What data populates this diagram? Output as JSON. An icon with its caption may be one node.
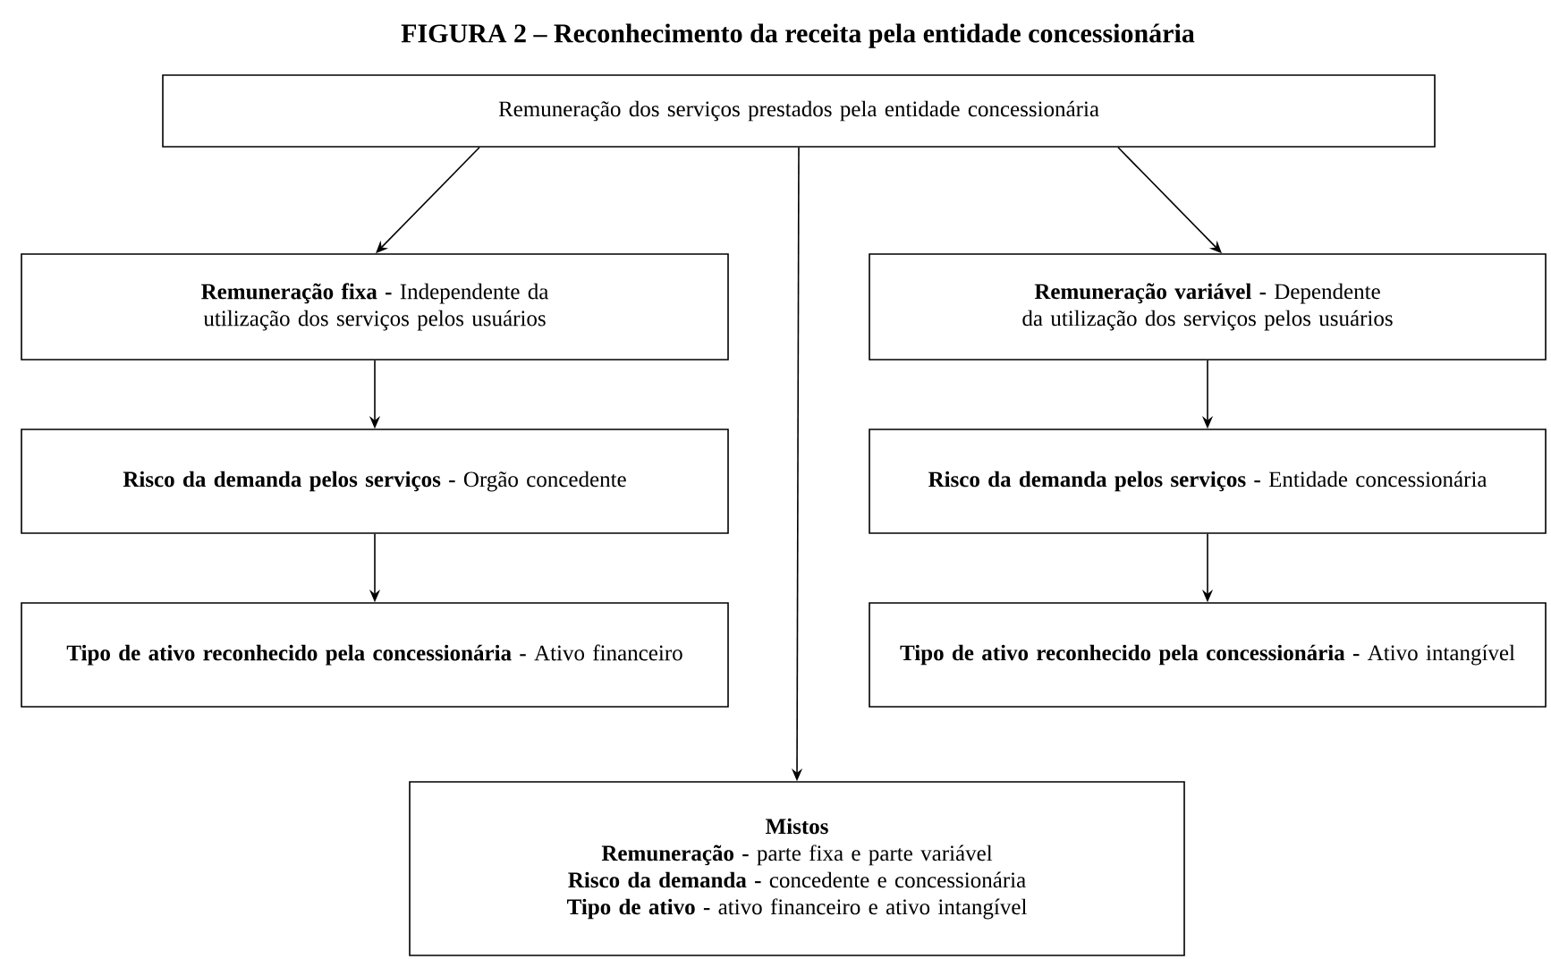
{
  "diagram": {
    "title": "FIGURA 2 – Reconhecimento da receita pela entidade concessionária",
    "nodes": [
      {
        "text": [
          "Remuneração dos serviços prestados pela entidade concessionária"
        ]
      },
      {
        "text": [
          "**Remuneração fixa -** Independente da utilização dos serviços pelos usuários"
        ]
      },
      {
        "text": [
          "**Remuneração variável -** Dependente da utilização dos serviços pelos usuários"
        ]
      },
      {
        "text": [
          "**Risco da demanda pelos serviços -** Orgão concedente"
        ]
      },
      {
        "text": [
          "**Risco da demanda pelos serviços -** Entidade concessionária"
        ]
      },
      {
        "text": [
          "**Tipo de ativo reconhecido pela concessionária -** Ativo financeiro"
        ]
      },
      {
        "text": [
          "**Tipo de ativo reconhecido pela concessionária -** Ativo intangível"
        ]
      },
      {
        "text": [
          "Mistos",
          "**Remuneração -** parte fixa e parte variável",
          "**Risco da demanda -** concedente e concessionária",
          "**Tipo de ativo -** ativo financeiro e ativo intangível"
        ]
      }
    ],
    "edges": [
      {
        "from": 0,
        "to": 1,
        "arrow": "to"
      },
      {
        "from": 0,
        "to": 2,
        "arrow": "to"
      },
      {
        "from": 0,
        "to": 7,
        "arrow": "to"
      },
      {
        "from": 1,
        "to": 3,
        "arrow": "to"
      },
      {
        "from": 3,
        "to": 5,
        "arrow": "to"
      },
      {
        "from": 2,
        "to": 4,
        "arrow": "to"
      },
      {
        "from": 4,
        "to": 6,
        "arrow": "to"
      }
    ]
  }
}
